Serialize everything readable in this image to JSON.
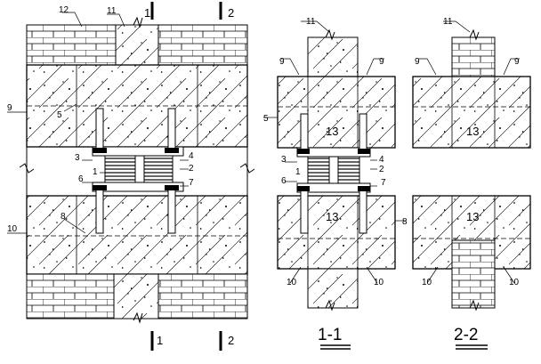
{
  "drawing": {
    "callouts": {
      "n1": "1",
      "n2": "2",
      "n3": "3",
      "n4": "4",
      "n5": "5",
      "n6": "6",
      "n7": "7",
      "n8": "8",
      "n9": "9",
      "n10": "10",
      "n11": "11",
      "n12": "12",
      "n13": "13"
    },
    "section_marks": {
      "s1": "1",
      "s2": "2"
    },
    "section_titles": {
      "t1": "1-1",
      "t2": "2-2"
    }
  }
}
